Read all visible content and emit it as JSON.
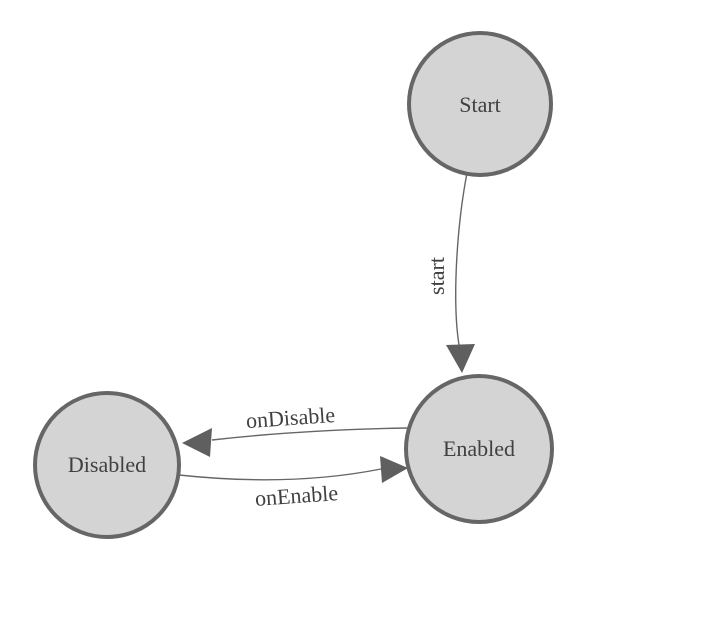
{
  "diagram": {
    "type": "state-machine",
    "background": "#ffffff"
  },
  "nodes": {
    "start": {
      "label": "Start"
    },
    "enabled": {
      "label": "Enabled"
    },
    "disabled": {
      "label": "Disabled"
    }
  },
  "edges": {
    "start_to_enabled": {
      "from": "Start",
      "to": "Enabled",
      "label": "start"
    },
    "enabled_to_disabled": {
      "from": "Enabled",
      "to": "Disabled",
      "label": "onDisable"
    },
    "disabled_to_enabled": {
      "from": "Disabled",
      "to": "Enabled",
      "label": "onEnable"
    }
  },
  "colors": {
    "node_fill": "#d4d4d4",
    "node_stroke": "#666666",
    "edge_stroke": "#666666",
    "arrowhead_fill": "#5f5f5f",
    "label_text": "#404040"
  }
}
